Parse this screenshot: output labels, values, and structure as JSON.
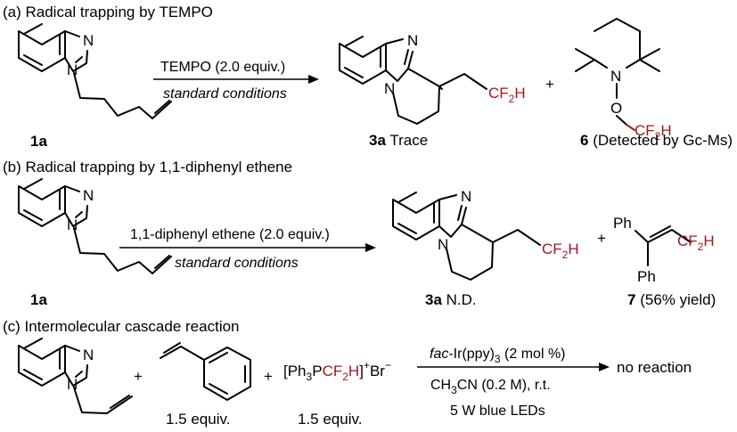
{
  "panel_a": {
    "header": "(a) Radical trapping by TEMPO",
    "reagent": "TEMPO (2.0 equiv.)",
    "conditions": "standard conditions",
    "sm_label": "1a",
    "product_num": "3a",
    "product_note": "Trace",
    "byproduct_num": "6",
    "byproduct_note": "(Detected by Gc-Ms)"
  },
  "panel_b": {
    "header": "(b) Radical trapping by 1,1-diphenyl ethene",
    "reagent": "1,1-diphenyl ethene (2.0 equiv.)",
    "conditions": "standard conditions",
    "sm_label": "1a",
    "product_num": "3a",
    "product_note": "N.D.",
    "byproduct_num": "7",
    "byproduct_note": "(56% yield)"
  },
  "panel_c": {
    "header": "(c) Intermolecular cascade reaction",
    "styrene_equiv": "1.5 equiv.",
    "salt_equiv": "1.5 equiv.",
    "catalyst_prefix": "fac",
    "catalyst_rest": "-Ir(ppy)",
    "catalyst_sub": "3",
    "catalyst_load": " (2 mol %)",
    "solvent_line": "CH3CN (0.2 M), r.t.",
    "light": "5 W blue LEDs",
    "result": "no reaction"
  },
  "atoms": {
    "N": "N",
    "CF2H": "CF2H",
    "O": "O",
    "Ph": "Ph",
    "plus": "+"
  }
}
